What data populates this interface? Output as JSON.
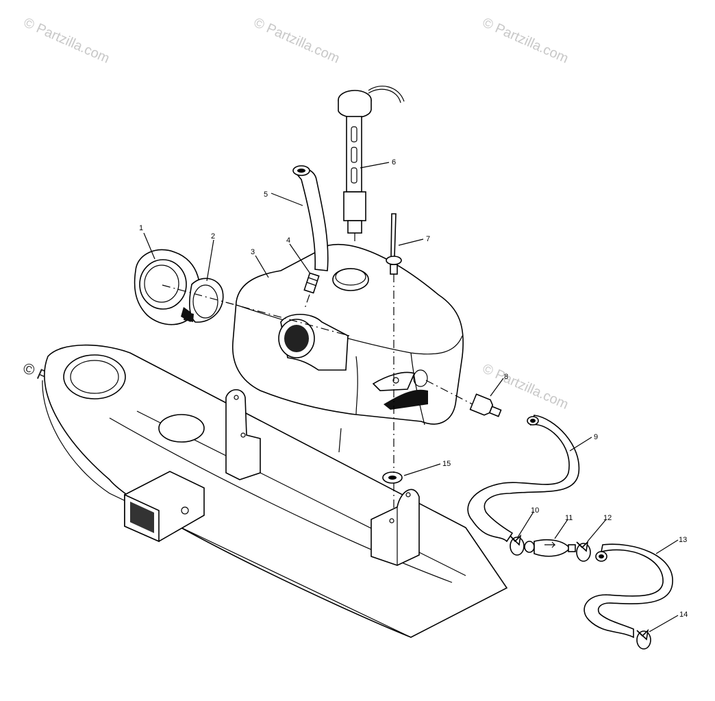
{
  "watermark": "© Partzilla.com",
  "callouts": [
    {
      "num": "1"
    },
    {
      "num": "2"
    },
    {
      "num": "3"
    },
    {
      "num": "4"
    },
    {
      "num": "5"
    },
    {
      "num": "6"
    },
    {
      "num": "7"
    },
    {
      "num": "8"
    },
    {
      "num": "9"
    },
    {
      "num": "10"
    },
    {
      "num": "11"
    },
    {
      "num": "12"
    },
    {
      "num": "13"
    },
    {
      "num": "14"
    },
    {
      "num": "15"
    }
  ]
}
